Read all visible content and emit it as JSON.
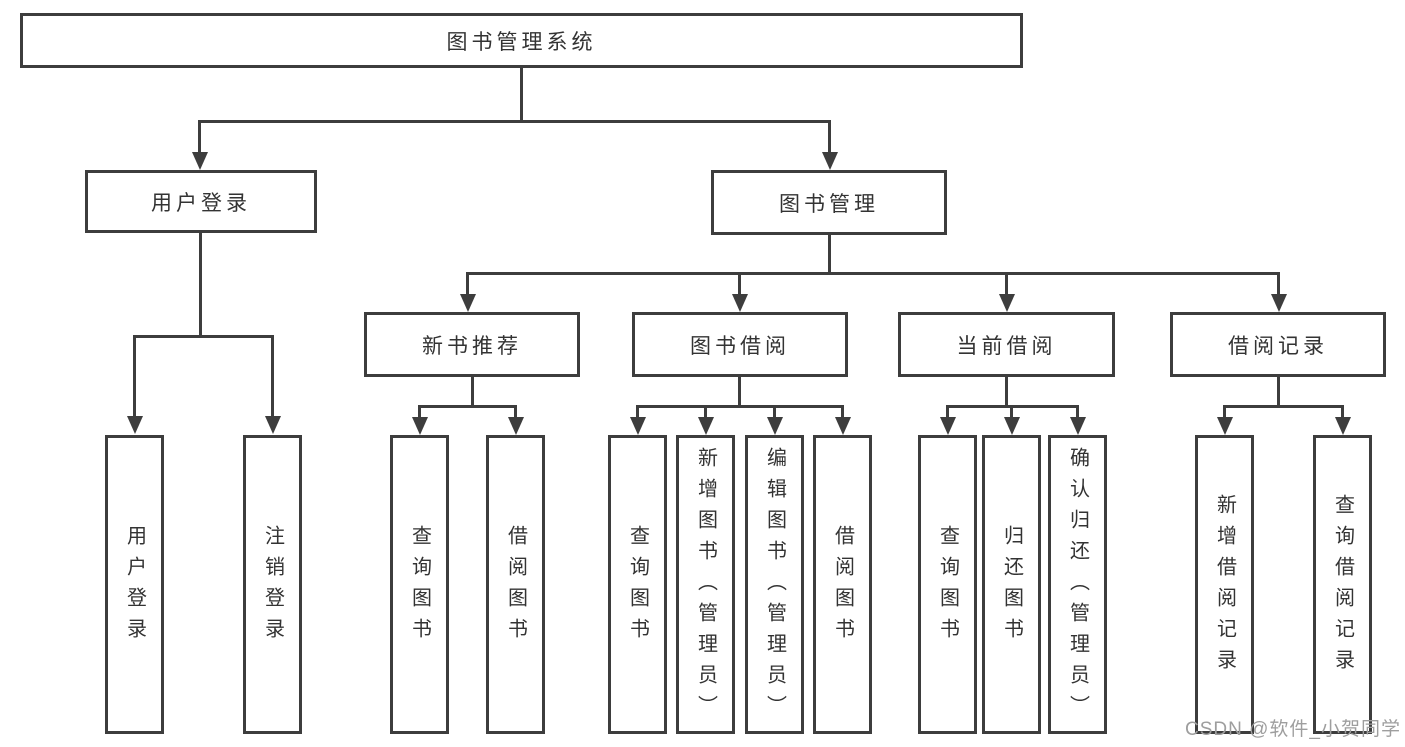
{
  "colors": {
    "line": "#3d3d3d",
    "box_border": "#3d3d3d",
    "box_fill": "#ffffff",
    "background": "#ffffff",
    "text": "#333333",
    "watermark": "#9e9e9e"
  },
  "diagram": {
    "type": "hierarchy-tree",
    "root": "图书管理系统",
    "level2": {
      "user_login": "用户登录",
      "book_management": "图书管理"
    },
    "level3": {
      "new_books": "新书推荐",
      "book_borrowing": "图书借阅",
      "current_borrowing": "当前借阅",
      "borrowing_records": "借阅记录"
    },
    "leaves": {
      "user_login": [
        "用户登录",
        "注销登录"
      ],
      "new_books": [
        "查询图书",
        "借阅图书"
      ],
      "book_borrowing": [
        "查询图书",
        "新增图书（管理员）",
        "编辑图书（管理员）",
        "借阅图书"
      ],
      "current_borrowing": [
        "查询图书",
        "归还图书",
        "确认归还（管理员）"
      ],
      "borrowing_records": [
        "新增借阅记录",
        "查询借阅记录"
      ]
    },
    "watermark": "CSDN @软件_小贺同学"
  }
}
